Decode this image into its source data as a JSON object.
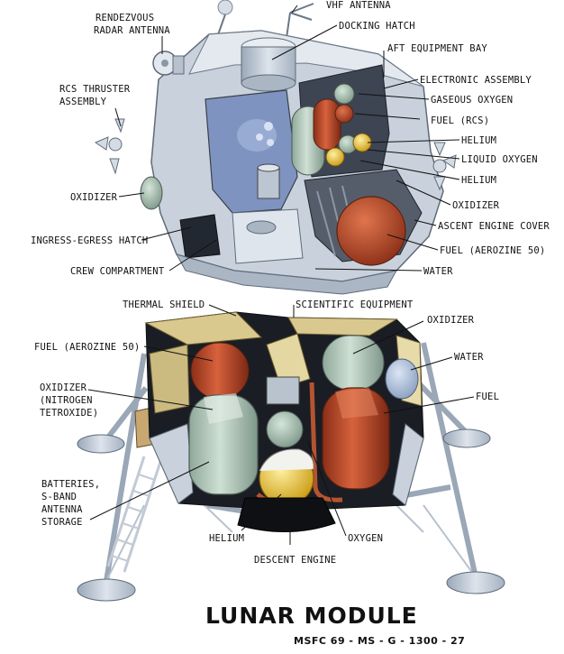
{
  "ascent_stage": {
    "labels": [
      {
        "id": "vhf-antenna",
        "text": "VHF ANTENNA"
      },
      {
        "id": "rendezvous-radar-antenna",
        "lines": [
          "RENDEZVOUS",
          "RADAR ANTENNA"
        ]
      },
      {
        "id": "docking-hatch",
        "text": "DOCKING HATCH"
      },
      {
        "id": "aft-equipment-bay",
        "text": "AFT EQUIPMENT BAY"
      },
      {
        "id": "electronic-assembly",
        "text": "ELECTRONIC ASSEMBLY"
      },
      {
        "id": "gaseous-oxygen",
        "text": "GASEOUS OXYGEN"
      },
      {
        "id": "rcs-thruster-assembly",
        "lines": [
          "RCS THRUSTER",
          "ASSEMBLY"
        ]
      },
      {
        "id": "fuel-rcs",
        "text": "FUEL (RCS)"
      },
      {
        "id": "helium-upper",
        "text": "HELIUM"
      },
      {
        "id": "liquid-oxygen",
        "text": "LIQUID OXYGEN"
      },
      {
        "id": "helium-lower",
        "text": "HELIUM"
      },
      {
        "id": "oxidizer-left",
        "text": "OXIDIZER"
      },
      {
        "id": "oxidizer-right",
        "text": "OXIDIZER"
      },
      {
        "id": "ascent-engine-cover",
        "text": "ASCENT ENGINE COVER"
      },
      {
        "id": "ingress-egress-hatch",
        "text": "INGRESS-EGRESS HATCH"
      },
      {
        "id": "fuel-aerozine-ascent",
        "text": "FUEL (AEROZINE 50)"
      },
      {
        "id": "crew-compartment",
        "text": "CREW COMPARTMENT"
      },
      {
        "id": "water-ascent",
        "text": "WATER"
      }
    ]
  },
  "descent_stage": {
    "labels": [
      {
        "id": "thermal-shield",
        "text": "THERMAL SHIELD"
      },
      {
        "id": "scientific-equipment",
        "text": "SCIENTIFIC EQUIPMENT"
      },
      {
        "id": "oxidizer-descent",
        "text": "OXIDIZER"
      },
      {
        "id": "fuel-aerozine-descent",
        "text": "FUEL (AEROZINE 50)"
      },
      {
        "id": "water-descent",
        "text": "WATER"
      },
      {
        "id": "fuel-descent",
        "text": "FUEL"
      },
      {
        "id": "oxidizer-nitrogen",
        "lines": [
          "OXIDIZER",
          "(NITROGEN",
          "TETROXIDE)"
        ]
      },
      {
        "id": "batteries",
        "lines": [
          "BATTERIES,",
          "S-BAND",
          "ANTENNA",
          "STORAGE"
        ]
      },
      {
        "id": "helium-descent",
        "text": "HELIUM"
      },
      {
        "id": "oxygen-descent",
        "text": "OXYGEN"
      },
      {
        "id": "descent-engine",
        "text": "DESCENT ENGINE"
      }
    ]
  },
  "title": "LUNAR MODULE",
  "document_code": "MSFC 69 - MS - G - 1300 - 27",
  "colors": {
    "structure": "#c9d2dc",
    "structure_shade": "#8e9cae",
    "dark_cavity": "#1c1f26",
    "tank_green": "#b3cabd",
    "tank_orange": "#b9482a",
    "tank_yellow": "#e6c12e",
    "thermal_gold": "#d9c98f",
    "interior_blue": "#7f93c0"
  }
}
